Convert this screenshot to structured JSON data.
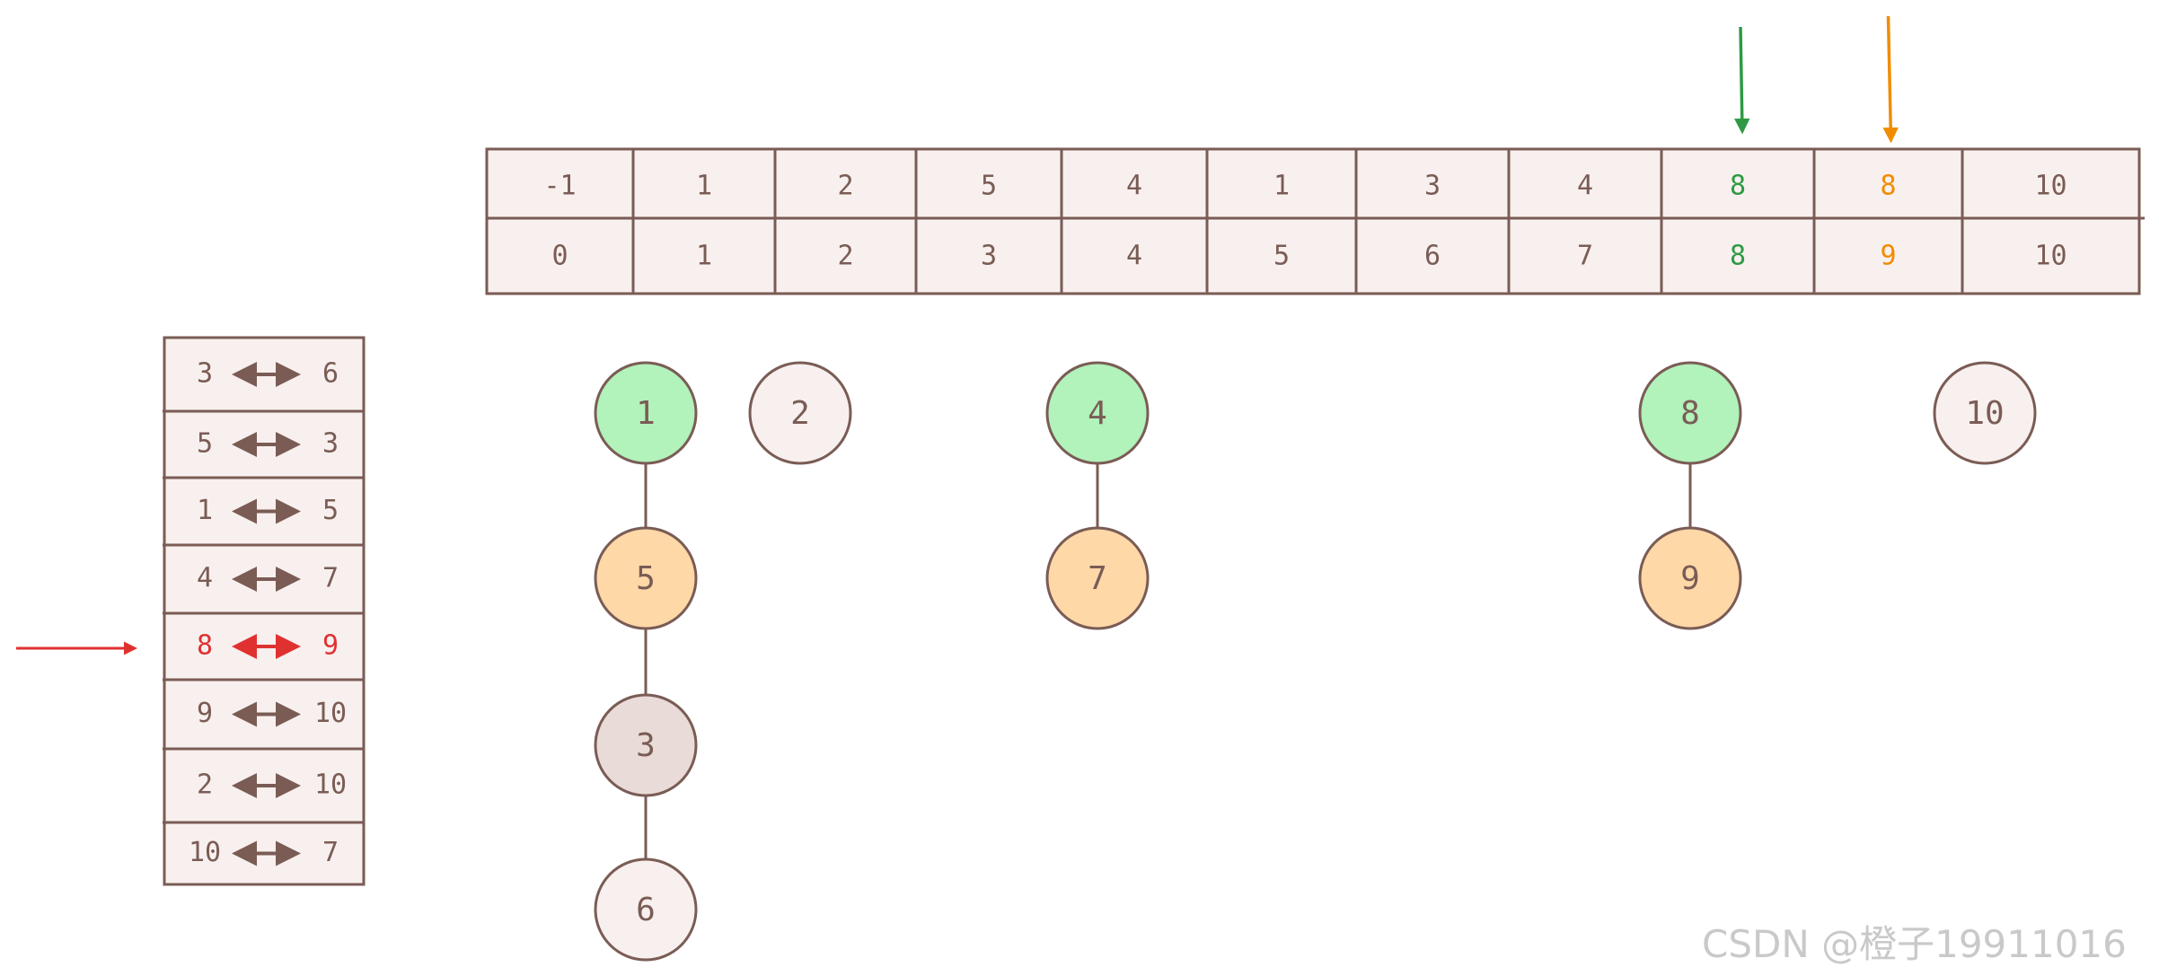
{
  "colors": {
    "stroke": "#7a5c55",
    "cell_fill": "#f8f0ee",
    "text": "#7a5c55",
    "green": "#2e9a44",
    "green_fill": "#b2f2bb",
    "orange": "#f08c00",
    "orange_fill": "#ffd8a8",
    "gray_fill": "#e9dcd8",
    "red": "#e03131"
  },
  "parent_array": {
    "values": [
      "-1",
      "1",
      "2",
      "5",
      "4",
      "1",
      "3",
      "4",
      "8",
      "8",
      "10"
    ],
    "indices": [
      "0",
      "1",
      "2",
      "3",
      "4",
      "5",
      "6",
      "7",
      "8",
      "9",
      "10"
    ],
    "highlight_green_index": 8,
    "highlight_orange_index": 9
  },
  "edge_list": {
    "rows": [
      {
        "a": "3",
        "b": "6"
      },
      {
        "a": "5",
        "b": "3"
      },
      {
        "a": "1",
        "b": "5"
      },
      {
        "a": "4",
        "b": "7"
      },
      {
        "a": "8",
        "b": "9"
      },
      {
        "a": "9",
        "b": "10"
      },
      {
        "a": "2",
        "b": "10"
      },
      {
        "a": "10",
        "b": "7"
      }
    ],
    "current_index": 4
  },
  "trees": [
    {
      "nodes": [
        {
          "label": "1",
          "style": "green"
        },
        {
          "label": "5",
          "style": "orange"
        },
        {
          "label": "3",
          "style": "gray"
        },
        {
          "label": "6",
          "style": "plain"
        }
      ]
    },
    {
      "nodes": [
        {
          "label": "2",
          "style": "plain"
        }
      ]
    },
    {
      "nodes": [
        {
          "label": "4",
          "style": "green"
        },
        {
          "label": "7",
          "style": "orange"
        }
      ]
    },
    {
      "nodes": [
        {
          "label": "8",
          "style": "green"
        },
        {
          "label": "9",
          "style": "orange"
        }
      ]
    },
    {
      "nodes": [
        {
          "label": "10",
          "style": "plain"
        }
      ]
    }
  ],
  "watermark": "CSDN @橙子19911016"
}
